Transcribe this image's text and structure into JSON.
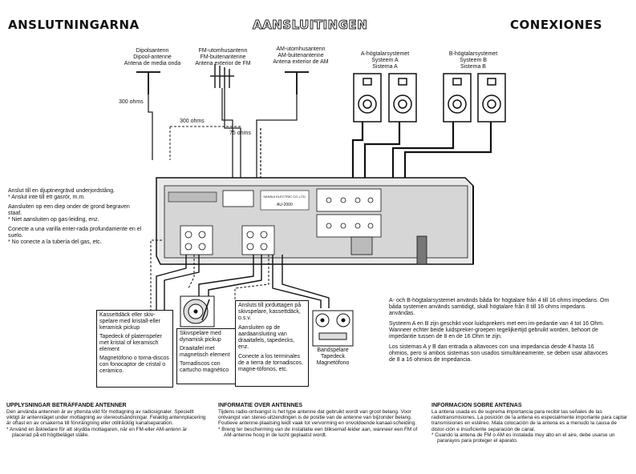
{
  "headers": {
    "sv": "ANSLUTNINGARNA",
    "nl": "AANSLUITINGEN",
    "es": "CONEXIONES"
  },
  "antennas": {
    "dipole": [
      "Dipolsantenn",
      "Dipool-antenne",
      "Antena de media onda"
    ],
    "fm": [
      "FM-utomhusantenn",
      "FM-buitenantenne",
      "Antena exterior de FM"
    ],
    "am": [
      "AM-utomhusantenn",
      "AM-buitenantenne",
      "Antena exterior de AM"
    ],
    "ohms300a": "300 ohms",
    "ohms300b": "300 ohms",
    "ohms75": "75 ohms"
  },
  "speakers": {
    "a": [
      "A-högtalarsystemet",
      "Systeem A",
      "Sistema A"
    ],
    "b": [
      "B-högtalarsystemet",
      "Systeem B",
      "Sistema B"
    ]
  },
  "ground": {
    "sv": "Anslut till en djuptnergrävd underjordstång.",
    "sv_note": "Anslut inte till ett gasrör, m.m.",
    "nl": "Aansluiten op een diep onder de grond begraven staaf.",
    "nl_note": "Niet aansluiten op gas-leiding, enz.",
    "es": "Conecte a una varilla enter-rada profundamente en el suelo.",
    "es_note": "No conecte a la tubería del gas, etc."
  },
  "receiver": {
    "maker": "SANSUI ELECTRIC CO.,LTD.",
    "model": "AU-2000"
  },
  "box_left": {
    "sv": "Kassettdäck eller skiv-spelare med kristall-eller keramisk pickup",
    "nl": "Tapedeck of platenspeler met kristal of keramisch element",
    "es": "Magnetófono o torna-discos con fonocaptor de cristal o cerámico."
  },
  "box_turntable": {
    "sv": "Skivspelare med dynamisk pickup",
    "nl": "Draaitafel met magnetisch element",
    "es": "Tornadiscos con cartucho magnético"
  },
  "box_right": {
    "sv": "Ansluts till jorduttagen på skivspelare, kassettdäck, o.s.v.",
    "nl": "Aansluiten op de aardaansluiting van draaitafels, tapedecks, enz.",
    "es": "Conecte a los terminales de a tierra de tornadiscos, magne-tófonos, etc."
  },
  "tapedeck": [
    "Bandspelare",
    "Tapedeck",
    "Magnetófono"
  ],
  "speaker_info": {
    "sv": "A- och B-högtalarsystemet används båda för högtalare från 4 till 16 ohms impedans. Om båda systemen används samtidigt, skall högtalare från 8 till 16 ohms impedans användas.",
    "nl": "Systeem A en B zijn geschikt voor luidsprekers met een im-pedantie van 4 tot 16 Ohm. Wanneer echter beide luidspreker-groepen tegelijkertijd gebruikt worden, behoort de impedantie tussen de 8 en de 16 Ohm te zijn.",
    "es": "Los sistemas A y B dan entrada a altavoces con una impedancia desde 4 hasta 16 ohmios, pero si ambos sistemas son usados simultáneamente, se deben usar altavoces de 8 a 16 ohmios de impedancia."
  },
  "notes": {
    "sv": {
      "title": "UPPLYSNINGAR BETRÄFFANDE ANTENNER",
      "body": "Den använda antennen är av yttersta vikt för mottagning av radiosignaler. Speciellt viktigt är antenniäget under mottagning av stereoutsändningar. Felaktig antennplacering är oftast en av orsakerna till förvrängning eller otillräcklig kanalseparation.",
      "bullet": "Använd en åskledare för att skydda mottagaren, när en FM-eller AM-antenn är placerad på ett högtbeläget ställe."
    },
    "nl": {
      "title": "INFORMATIE OVER ANTENNES",
      "body": "Tijdens radio-ontvangst is het type antenne dat gebruikt wordt van groot belang. Voor ontvangst van stereo-uitzendingen is de positie van de antenne van bijzonder belang. Foutieve antenne-plaatsing leidt vaak tot vervorming en onvoldoende kanaal-scheiding.",
      "bullet": "Breng ter bescherming van de installatie een bliksemaf-leider aan, wanneer een FM of AM-antenne hoog in de lucht geplaatst wordt."
    },
    "es": {
      "title": "INFORMACION SOBRE ANTENAS",
      "body": "La antena usada es de suprema importancia para recibir las señales de las radiotransmisiones. La posición de la antena es especialmente importante para captar transmisiones en estéreo. Mala colocación de la antena es a menudo la causa de distor-ción e insuficiente separación de canal.",
      "bullet": "Cuando la antena de FM o AM es instalada muy alto en el aire, debe usarse un pararayos para proteger el aparato."
    }
  }
}
